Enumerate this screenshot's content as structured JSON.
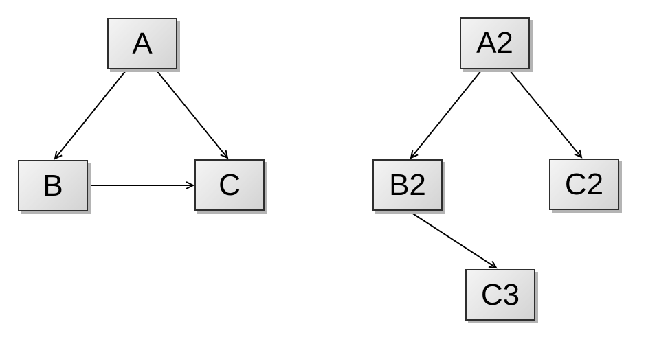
{
  "diagram": {
    "description": "two-directed-graphs",
    "nodes": {
      "A": {
        "label": "A"
      },
      "B": {
        "label": "B"
      },
      "C": {
        "label": "C"
      },
      "A2": {
        "label": "A2"
      },
      "B2": {
        "label": "B2"
      },
      "C2": {
        "label": "C2"
      },
      "C3": {
        "label": "C3"
      }
    },
    "edges": [
      {
        "from": "A",
        "to": "B"
      },
      {
        "from": "A",
        "to": "C"
      },
      {
        "from": "B",
        "to": "C"
      },
      {
        "from": "A2",
        "to": "B2"
      },
      {
        "from": "A2",
        "to": "C2"
      },
      {
        "from": "B2",
        "to": "C3"
      }
    ],
    "colors": {
      "background": "#ffffff",
      "node_fill_light": "#f4f4f4",
      "node_fill_dark": "#d3d3d3",
      "node_border": "#2e2e2e",
      "node_shadow": "#b4b4b4",
      "edge": "#000000",
      "label": "#000000"
    }
  }
}
